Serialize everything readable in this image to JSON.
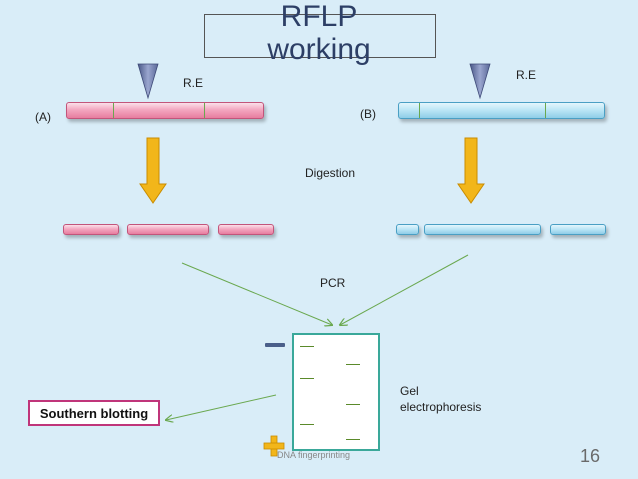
{
  "title": {
    "line1": "RFLP",
    "line2": "working"
  },
  "labels": {
    "re_left": "R.E",
    "re_right": "R.E",
    "sample_a": "(A)",
    "sample_b": "(B)",
    "digestion": "Digestion",
    "pcr": "PCR",
    "gel_line1": "Gel",
    "gel_line2": "electrophoresis"
  },
  "southern_blotting": "Southern blotting",
  "footer": {
    "text": "DNA fingerprinting",
    "page_number": "16"
  },
  "colors": {
    "background": "#d9edf8",
    "dna_a": "#f3a7c0",
    "dna_b": "#bde6f6",
    "arrow": "#f2b61a",
    "enzyme": "#7e8ab8",
    "southern_border": "#c0357a",
    "gel_border": "#3aa89a",
    "connector_lines": "#6aa84f"
  }
}
